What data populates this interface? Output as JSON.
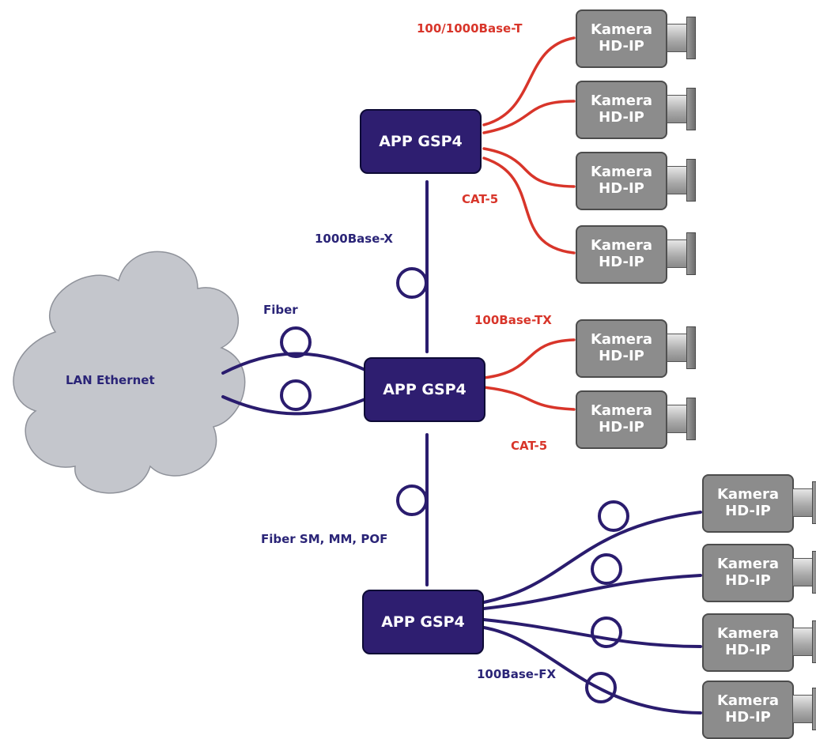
{
  "colors": {
    "device_fill": "#2e1e70",
    "fiber_line": "#2a1c6e",
    "copper_line": "#d8352a",
    "camera_fill": "#8c8c8c",
    "cloud_fill": "#c4c6cc"
  },
  "cloud": {
    "label": "LAN Ethernet"
  },
  "switches": [
    {
      "id": "top",
      "label": "APP GSP4"
    },
    {
      "id": "middle",
      "label": "APP GSP4"
    },
    {
      "id": "bottom",
      "label": "APP GSP4"
    }
  ],
  "cameras": [
    {
      "line1": "Kamera",
      "line2": "HD-IP"
    },
    {
      "line1": "Kamera",
      "line2": "HD-IP"
    },
    {
      "line1": "Kamera",
      "line2": "HD-IP"
    },
    {
      "line1": "Kamera",
      "line2": "HD-IP"
    },
    {
      "line1": "Kamera",
      "line2": "HD-IP"
    },
    {
      "line1": "Kamera",
      "line2": "HD-IP"
    },
    {
      "line1": "Kamera",
      "line2": "HD-IP"
    },
    {
      "line1": "Kamera",
      "line2": "HD-IP"
    },
    {
      "line1": "Kamera",
      "line2": "HD-IP"
    },
    {
      "line1": "Kamera",
      "line2": "HD-IP"
    }
  ],
  "links": {
    "top_copper": "100/1000Base-T",
    "top_copper_cable": "CAT-5",
    "uplink": "1000Base-X",
    "lan_fiber": "Fiber",
    "middle_copper": "100Base-TX",
    "middle_copper_cable": "CAT-5",
    "downlink": "Fiber SM, MM, POF",
    "bottom_fiber": "100Base-FX"
  }
}
